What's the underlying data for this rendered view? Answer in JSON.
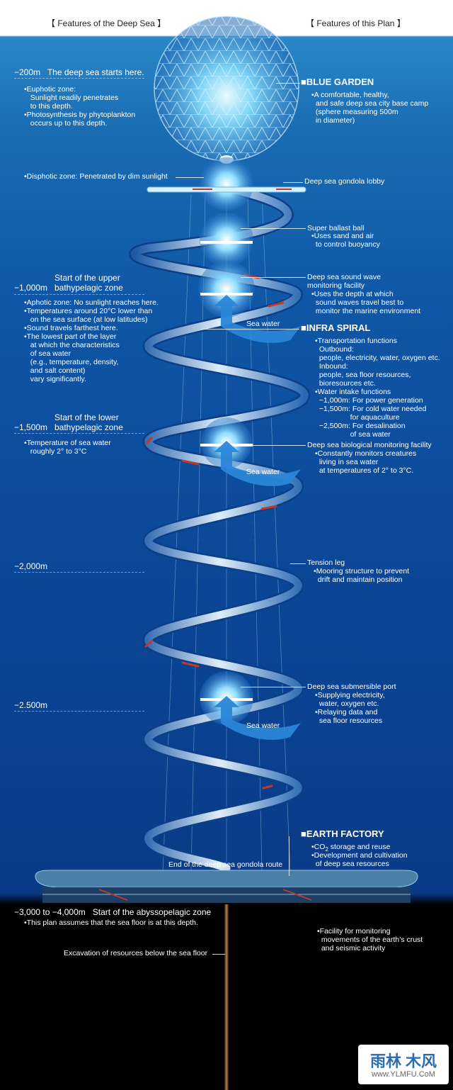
{
  "headers": {
    "left": "【 Features of the Deep Sea 】",
    "right": "【 Features of this Plan 】"
  },
  "depth_markers": [
    {
      "depth": "−200m",
      "text": "The deep sea starts here."
    },
    {
      "depth": "−1,000m",
      "text": "Start of the upper\nbathypelagic zone"
    },
    {
      "depth": "−1,500m",
      "text": "Start of the lower\nbathypelagic zone"
    },
    {
      "depth": "−2,000m",
      "text": ""
    },
    {
      "depth": "−2.500m",
      "text": ""
    },
    {
      "depth": "−3,000 to −4,000m",
      "text": "Start of the abyssopelagic zone"
    }
  ],
  "sea_notes": {
    "euphotic": "•Euphotic zone:\n   Sunlight readily penetrates\n   to this depth.\n•Photosynthesis by phytoplankton\n   occurs up to this depth.",
    "disphotic": "•Disphotic zone: Penetrated by dim sunlight",
    "aphotic": "•Aphotic zone: No sunlight reaches here.\n•Temperatures around 20°C lower than\n   on the sea surface (at low latitudes)\n•Sound travels farthest here.\n•The lowest part of the layer\n   at which the characteristics\n   of sea water\n   (e.g., temperature, density,\n   and salt content)\n   vary significantly.",
    "temperature": "•Temperature of sea water\n   roughly 2° to 3°C",
    "seafloor": "•This plan assumes that the sea floor is at this depth.",
    "excavation": "Excavation of resources below the sea floor"
  },
  "plan": {
    "blue_garden_title": "■BLUE GARDEN",
    "blue_garden_text": "•A comfortable, healthy,\n  and safe deep sea city base camp\n  (sphere measuring 500m\n  in diameter)",
    "gondola_lobby": "Deep sea gondola lobby",
    "ballast_title": "Super ballast ball",
    "ballast_text": "•Uses sand and air\n  to control buoyancy",
    "sound_title": "Deep sea sound wave\nmonitoring facility",
    "sound_text": "•Uses the depth at which\n  sound waves travel best to\n  monitor the marine environment",
    "infra_title": "■INFRA SPIRAL",
    "infra_text": "•Transportation functions\n  Outbound:\n  people, electricity, water, oxygen etc.\n  Inbound:\n  people, sea floor resources,\n  bioresources etc.\n•Water intake functions\n  −1,000m: For power generation\n  −1,500m: For cold water needed\n                 for aquaculture\n  −2,500m: For desalination\n                 of sea water",
    "bio_title": "Deep sea biological monitoring facility",
    "bio_text": "•Constantly monitors creatures\n  living in sea water\n  at temperatures of 2° to 3°C.",
    "tension_title": "Tension leg",
    "tension_text": "•Mooring structure to prevent\n  drift and maintain position",
    "port_title": "Deep sea submersible port",
    "port_text": "•Supplying electricity,\n  water, oxygen etc.\n•Relaying data and\n  sea floor resources",
    "earth_title": "■EARTH FACTORY",
    "earth_co2_a": "•CO",
    "earth_co2_sub": "2",
    "earth_co2_b": " storage and reuse",
    "earth_text": "•Development and cultivation\n  of deep sea resources",
    "gondola_end": "End of the deep sea gondola route",
    "crust": "•Facility for monitoring\n  movements of the earth’s crust\n  and seismic activity"
  },
  "sea_water_labels": [
    "Sea water",
    "Sea water",
    "Sea water"
  ],
  "watermark": {
    "cn": "雨林 木风",
    "url": "www.YLMFU.CoM"
  },
  "colors": {
    "surface": "#2a88c8",
    "deep": "#0a3a86",
    "seafloor": "#000000",
    "accent_red": "#c0392b",
    "glow": "#9fe3ff"
  }
}
